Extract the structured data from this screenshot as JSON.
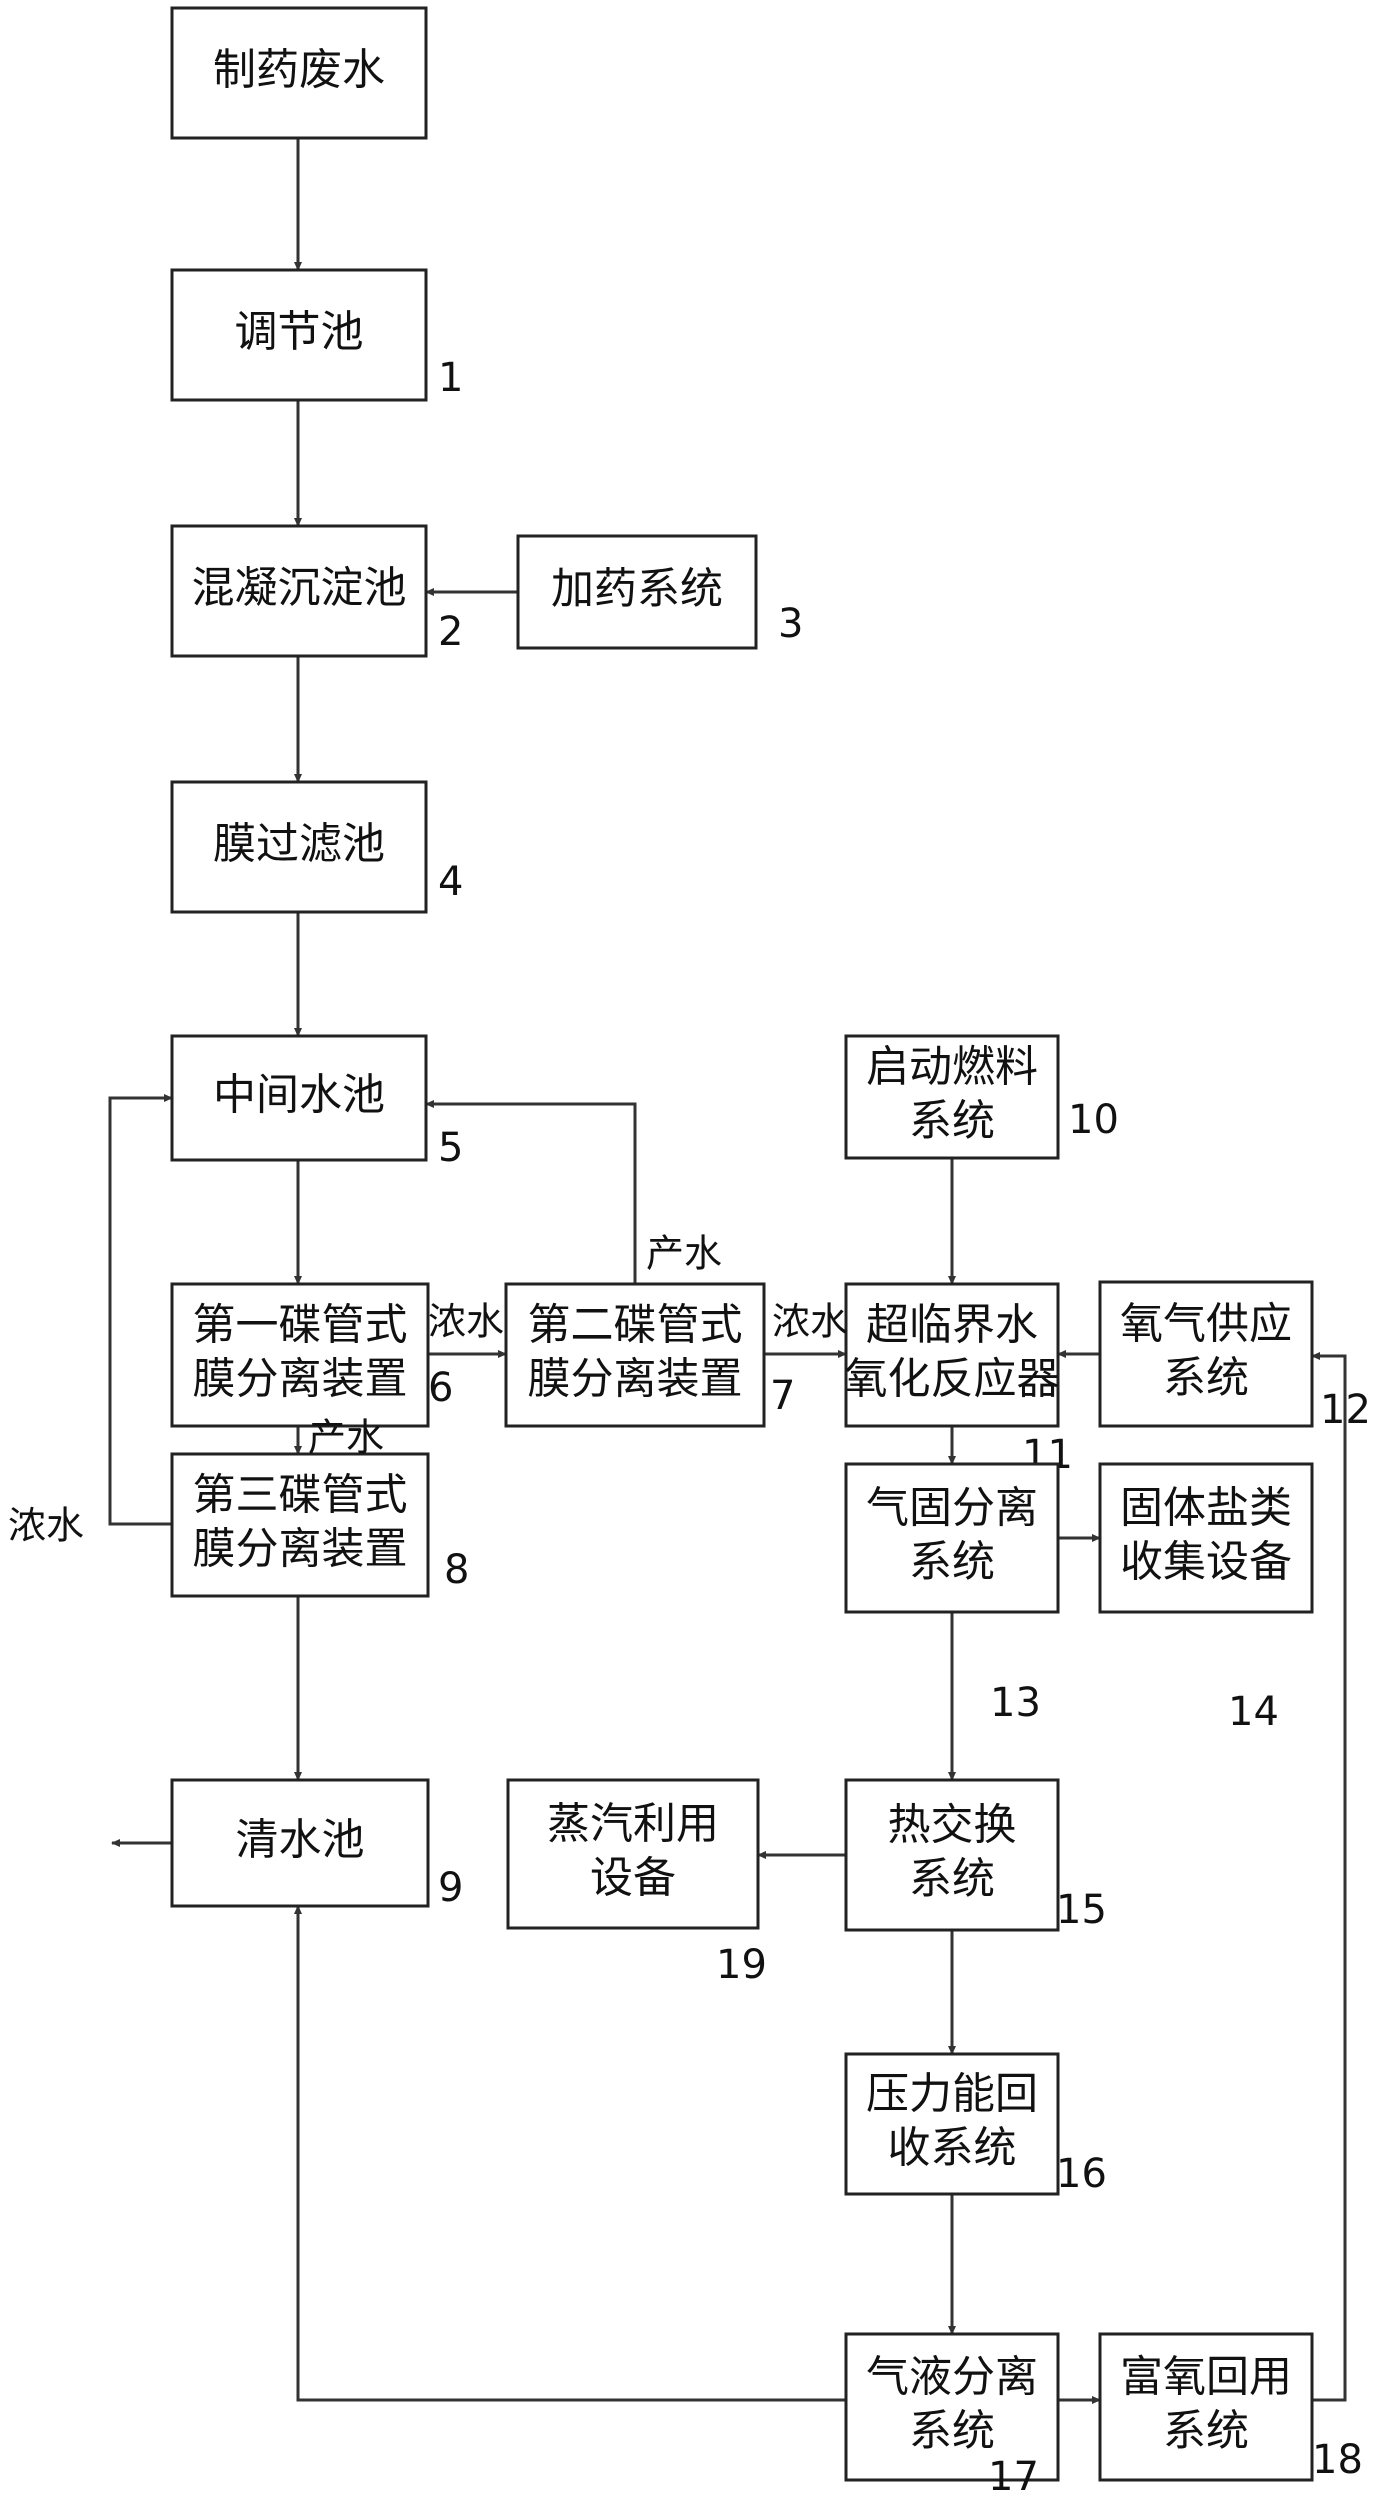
{
  "boxes": {
    "wastewater": {
      "lines": [
        "制药废水"
      ]
    },
    "b1": {
      "lines": [
        "调节池"
      ],
      "num": "1"
    },
    "b2": {
      "lines": [
        "混凝沉淀池"
      ],
      "num": "2"
    },
    "b3": {
      "lines": [
        "加药系统"
      ],
      "num": "3"
    },
    "b4": {
      "lines": [
        "膜过滤池"
      ],
      "num": "4"
    },
    "b5": {
      "lines": [
        "中间水池"
      ],
      "num": "5"
    },
    "b6": {
      "lines": [
        "第一碟管式",
        "膜分离装置"
      ],
      "num": "6"
    },
    "b7": {
      "lines": [
        "第二碟管式",
        "膜分离装置"
      ],
      "num": "7"
    },
    "b8": {
      "lines": [
        "第三碟管式",
        "膜分离装置"
      ],
      "num": "8"
    },
    "b9": {
      "lines": [
        "清水池"
      ],
      "num": "9"
    },
    "b10": {
      "lines": [
        "启动燃料",
        "系统"
      ],
      "num": "10"
    },
    "b11": {
      "lines": [
        "超临界水",
        "氧化反应器"
      ],
      "num": "11"
    },
    "b12": {
      "lines": [
        "氧气供应",
        "系统"
      ],
      "num": "12"
    },
    "b13": {
      "lines": [
        "气固分离",
        "系统"
      ],
      "num": "13"
    },
    "b14": {
      "lines": [
        "固体盐类",
        "收集设备"
      ],
      "num": "14"
    },
    "b15": {
      "lines": [
        "热交换",
        "系统"
      ],
      "num": "15"
    },
    "b16": {
      "lines": [
        "压力能回",
        "收系统"
      ],
      "num": "16"
    },
    "b17": {
      "lines": [
        "气液分离",
        "系统"
      ],
      "num": "17"
    },
    "b18": {
      "lines": [
        "富氧回用",
        "系统"
      ],
      "num": "18"
    },
    "b19": {
      "lines": [
        "蒸汽利用",
        "设备"
      ],
      "num": "19"
    }
  },
  "flow_labels": {
    "concentrate_6_to_7": "浓水",
    "permeate_7_to_5": "产水",
    "concentrate_7_to_11": "浓水",
    "permeate_6_to_8": "产水",
    "concentrate_8_to_5": "浓水"
  },
  "colors": {
    "stroke": "#222222",
    "text": "#111111",
    "background": "#ffffff"
  }
}
